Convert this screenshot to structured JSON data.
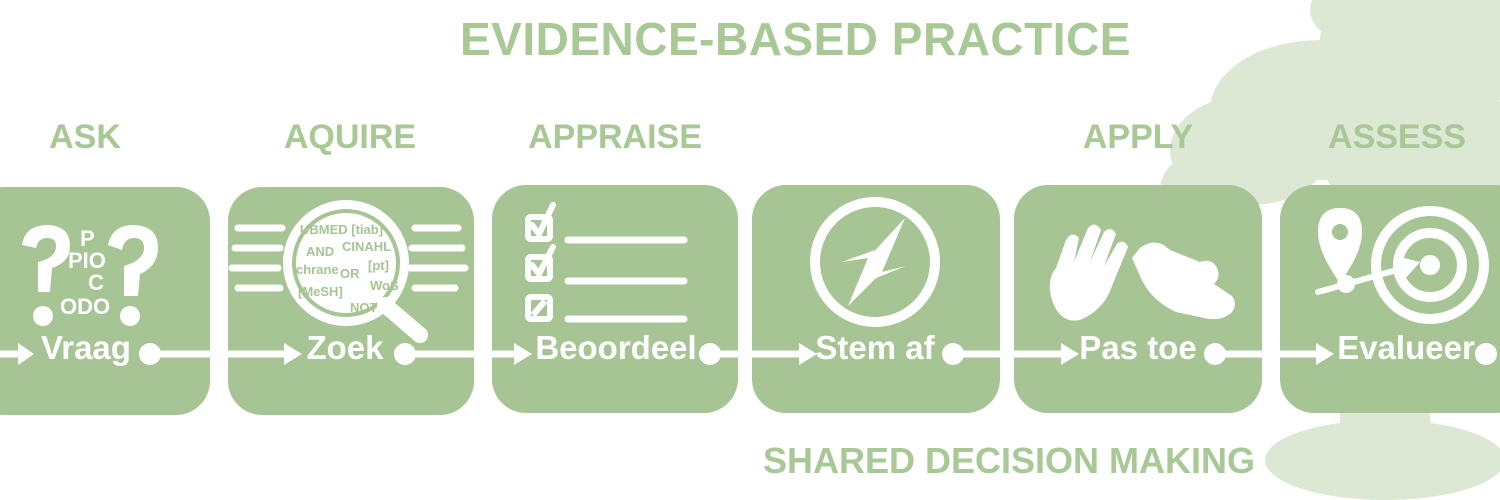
{
  "title": "EVIDENCE-BASED PRACTICE",
  "shared_label": "SHARED DECISION MAKING",
  "stages": [
    {
      "heading": "ASK",
      "step": "Vraag",
      "icon": "question-marks-icon"
    },
    {
      "heading": "AQUIRE",
      "step": "Zoek",
      "icon": "magnifier-icon"
    },
    {
      "heading": "APPRAISE",
      "step": "Beoordeel",
      "icon": "checklist-icon"
    },
    {
      "heading": "",
      "step": "Stem af",
      "icon": "compass-icon"
    },
    {
      "heading": "APPLY",
      "step": "Pas toe",
      "icon": "hands-icon"
    },
    {
      "heading": "ASSESS",
      "step": "Evalueer",
      "icon": "target-icon"
    }
  ],
  "pico": {
    "p": "P",
    "io": "PIO",
    "c": "C",
    "odo": "ODO"
  },
  "search_terms": [
    "UBMED [tiab]",
    "AND",
    "CINAHL",
    "chrane",
    "[pt]",
    "OR",
    "WoS",
    "[MeSH]",
    "NOT"
  ],
  "colors": {
    "green": "#a6c494",
    "text_green": "#a8c895",
    "tree": "#dde8d4",
    "white": "#ffffff"
  }
}
